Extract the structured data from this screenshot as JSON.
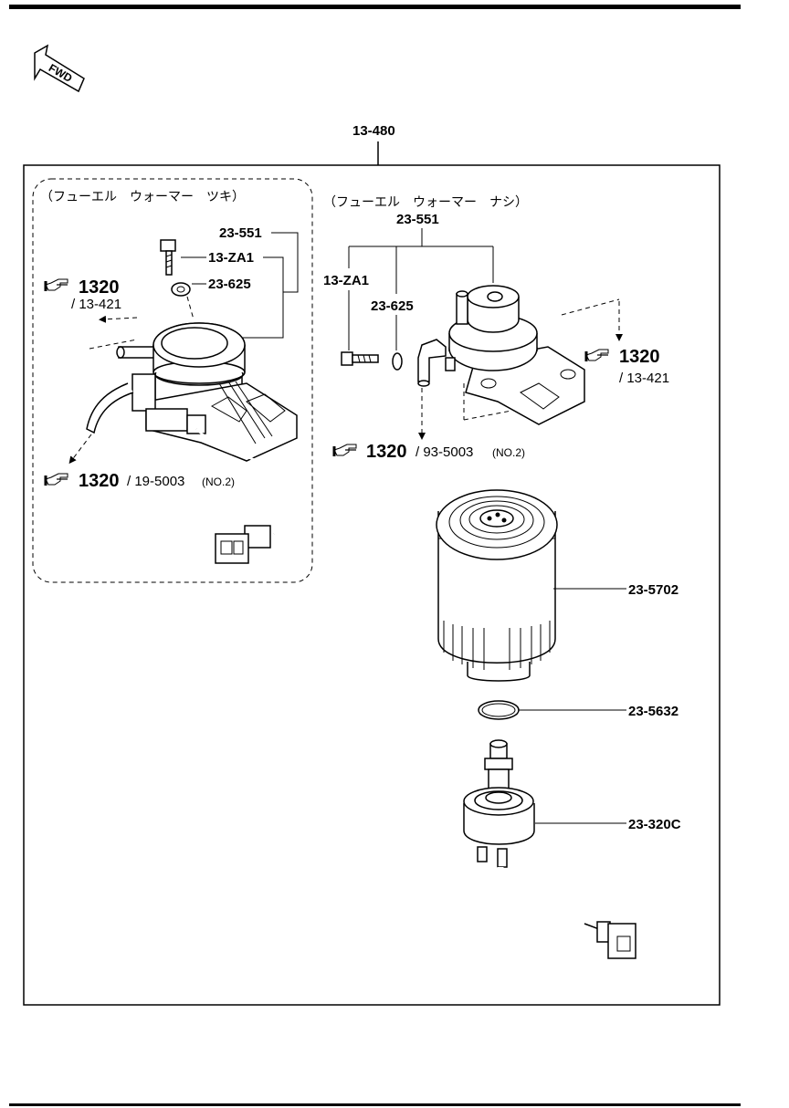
{
  "assembly": {
    "part_no": "13-480"
  },
  "fwd_label": "FWD",
  "left_group": {
    "heading": "（フューエル　ウォーマー　ツキ）",
    "labels": {
      "p1": "23-551",
      "p2": "13-ZA1",
      "p3": "23-625"
    },
    "ref_top": {
      "code": "1320",
      "sub": "/ 13-421"
    },
    "ref_bottom": {
      "code": "1320",
      "sub": "/ 19-5003",
      "note": "(NO.2)"
    }
  },
  "right_group": {
    "heading": "（フューエル　ウォーマー　ナシ）",
    "labels": {
      "p1": "23-551",
      "p2": "13-ZA1",
      "p3": "23-625"
    },
    "ref_side": {
      "code": "1320",
      "sub": "/ 13-421"
    },
    "ref_bottom": {
      "code": "1320",
      "sub": "/ 93-5003",
      "note": "(NO.2)"
    }
  },
  "parts": {
    "filter": "23-5702",
    "oring": "23-5632",
    "sensor": "23-320C"
  },
  "icons": [
    "fwd-arrow-icon",
    "pointing-hand-icon"
  ]
}
